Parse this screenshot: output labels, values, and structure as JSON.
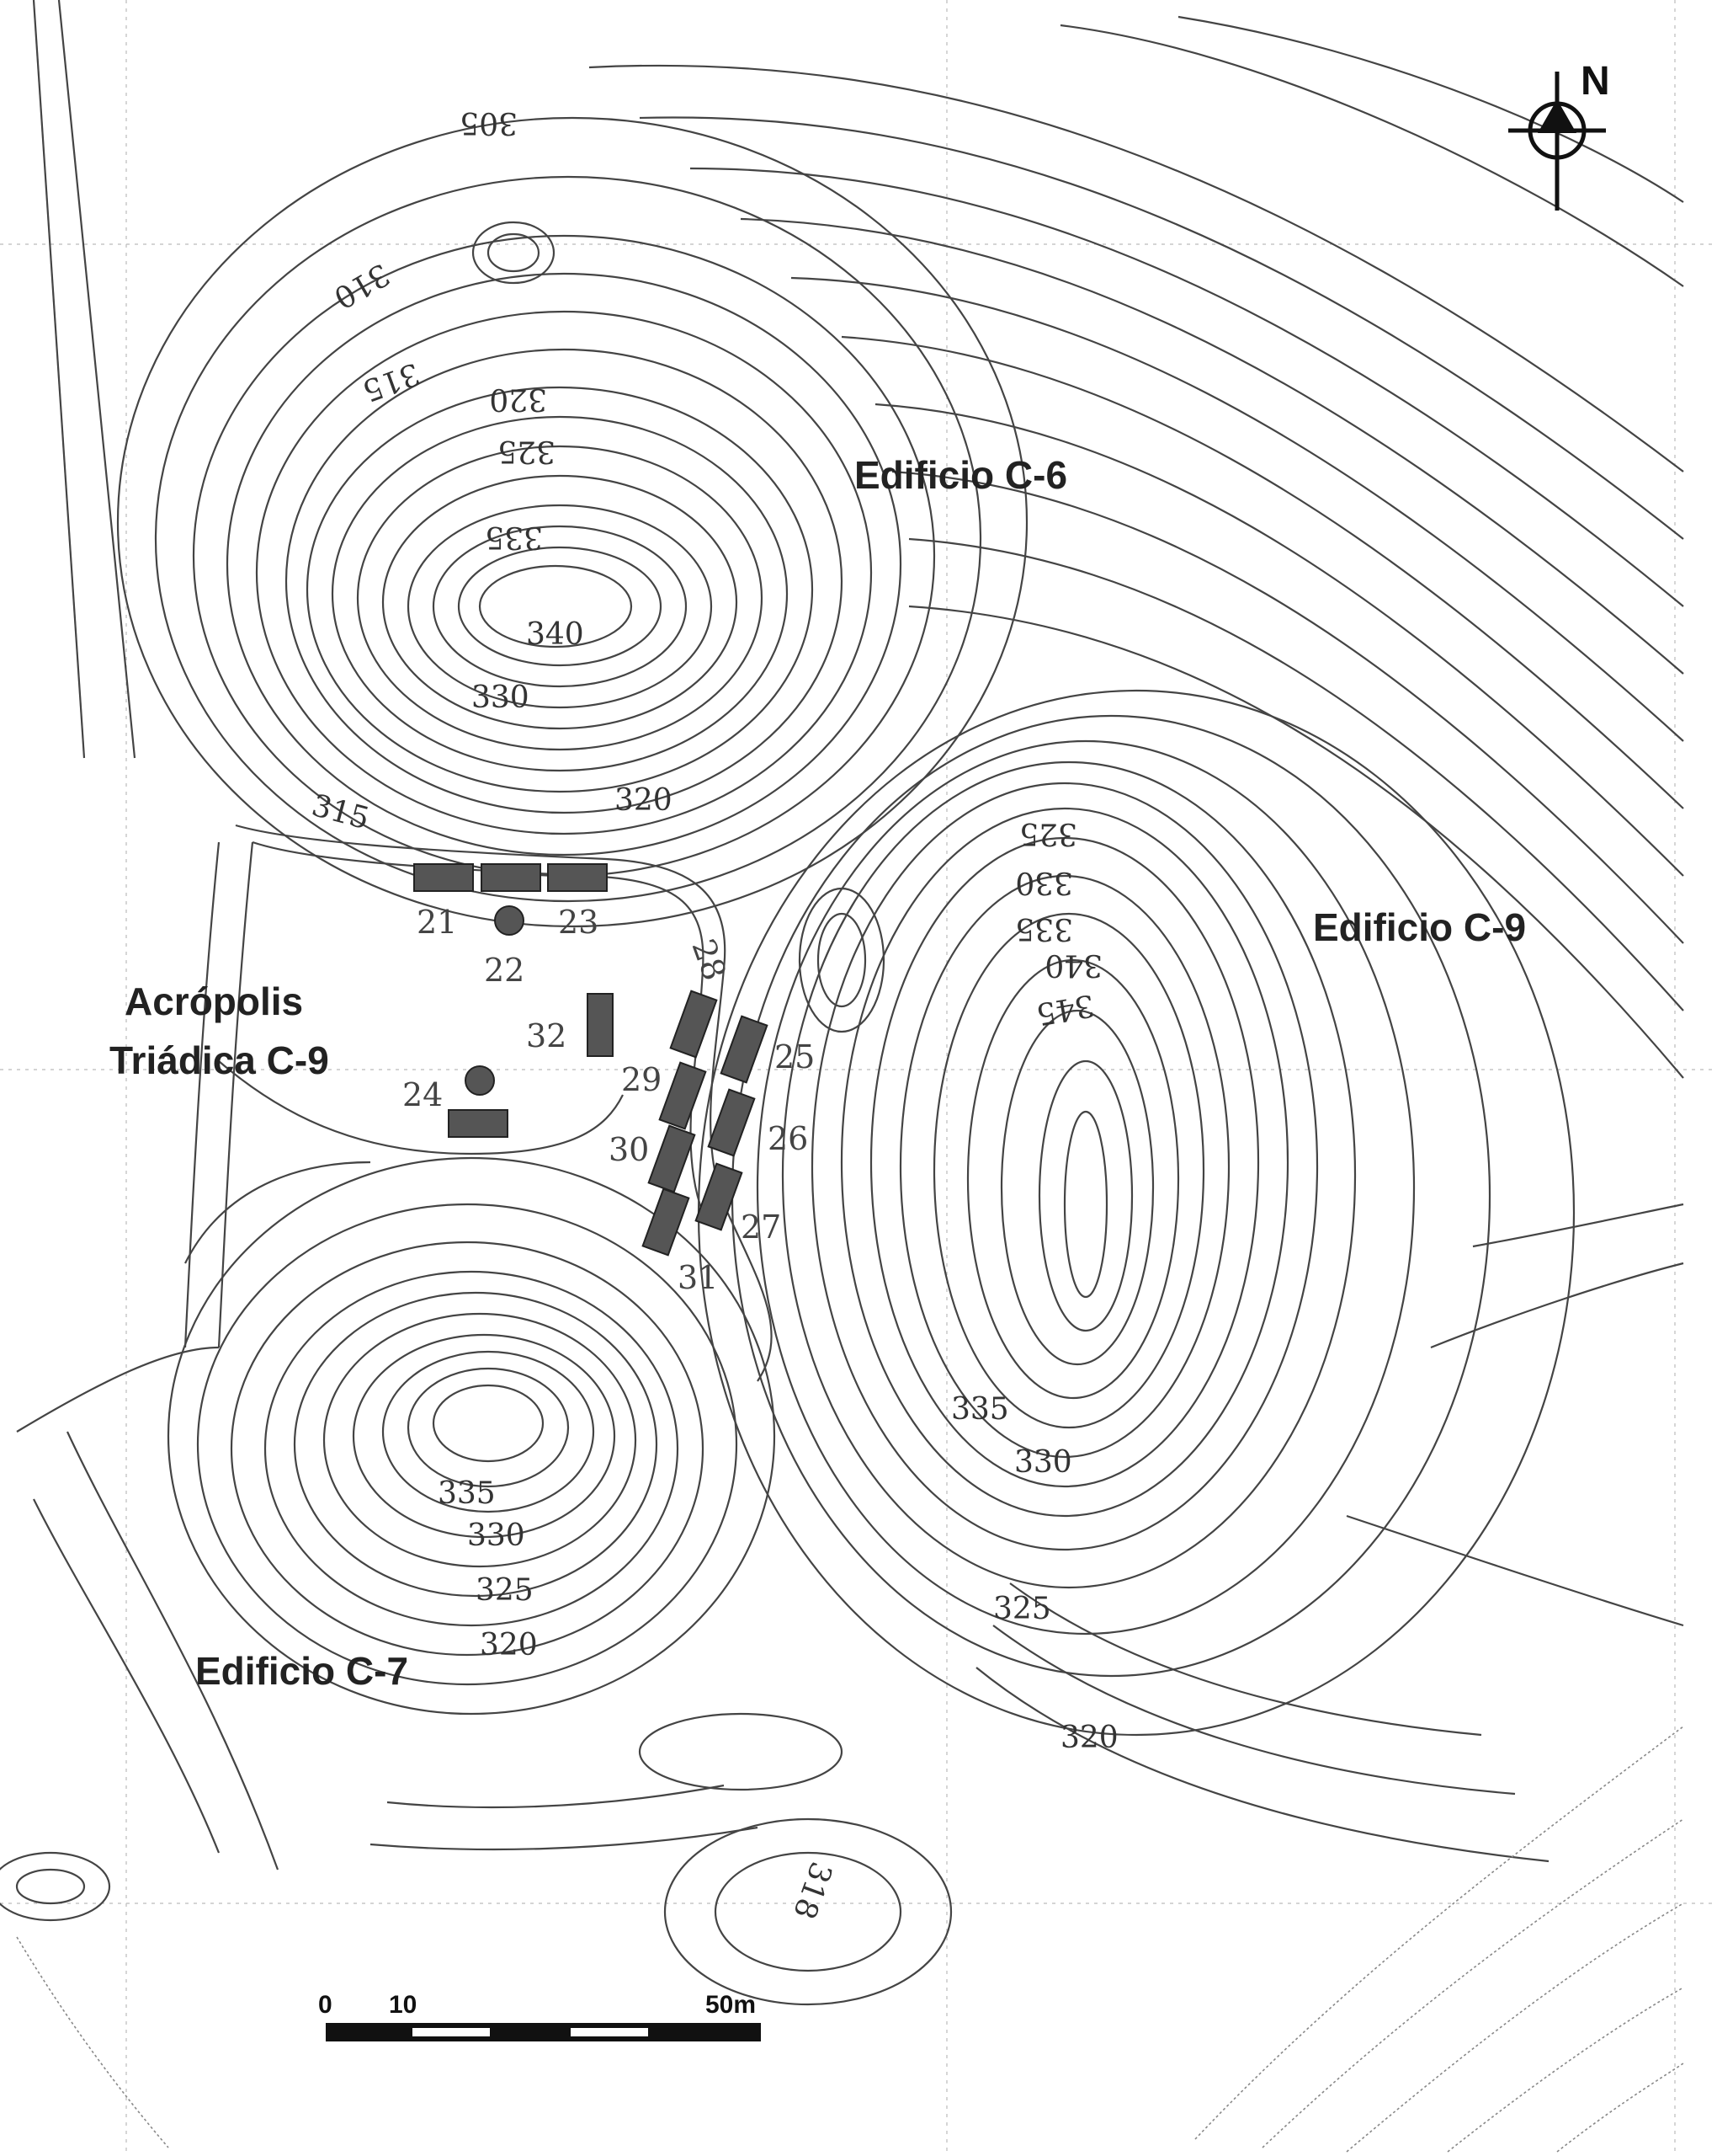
{
  "buildings": {
    "c6": "Edificio C-6",
    "c9": "Edificio C-9",
    "c7": "Edificio C-7",
    "acropolis_line1": "Acrópolis",
    "acropolis_line2": "Triádica C-9"
  },
  "north_label": "N",
  "contour_labels": {
    "l305": "305",
    "l310": "310",
    "l315a": "315",
    "l320a": "320",
    "l325a": "325",
    "l335a": "335",
    "l340a": "340",
    "l330a": "330",
    "l315b": "315",
    "l320b": "320",
    "l325b": "325",
    "l330b": "330",
    "l335b": "335",
    "l340b": "340",
    "l345": "345",
    "l335c": "335",
    "l330c": "330",
    "l325c": "325",
    "l320c": "320",
    "l335d": "335",
    "l330d": "330",
    "l325d": "325",
    "l320d": "320",
    "l318": "318"
  },
  "stelae": {
    "s21": "21",
    "s22": "22",
    "s23": "23",
    "s24": "24",
    "s25": "25",
    "s26": "26",
    "s27": "27",
    "s28": "28",
    "s29": "29",
    "s30": "30",
    "s31": "31",
    "s32": "32"
  },
  "scale": {
    "t0": "0",
    "t10": "10",
    "t50": "50m"
  },
  "colors": {
    "contour": "#444444",
    "stela_fill": "#555555",
    "background": "#ffffff"
  }
}
